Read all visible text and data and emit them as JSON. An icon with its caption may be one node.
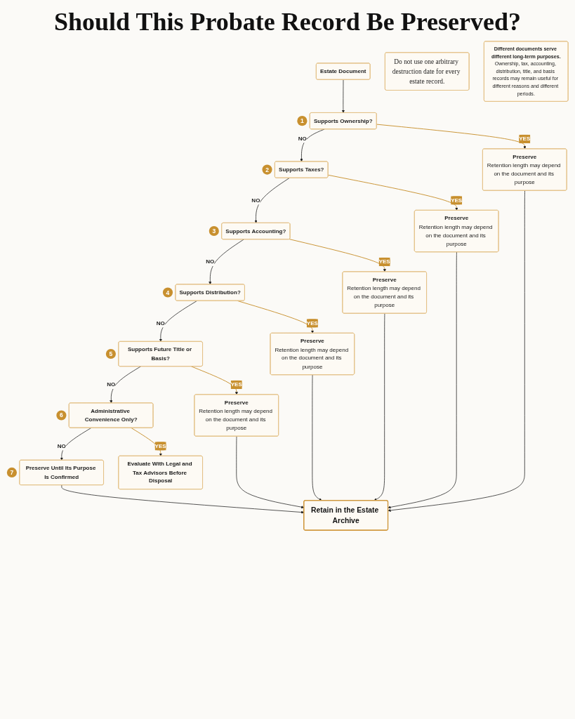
{
  "diagram": {
    "title": "Should This Probate Record Be Preserved?",
    "nodes": [
      {
        "text": [
          "Estate Document"
        ]
      },
      {
        "text": [
          "Supports Ownership?"
        ],
        "beside": [
          "1"
        ]
      },
      {
        "text": [
          "Preserve",
          "Retention length may depend on the document and its purpose"
        ]
      },
      {
        "text": [
          "Supports Taxes?"
        ],
        "beside": [
          "2"
        ]
      },
      {
        "text": [
          "Preserve",
          "Retention length may depend on the document and its purpose"
        ]
      },
      {
        "text": [
          "Supports Accounting?"
        ],
        "beside": [
          "3"
        ]
      },
      {
        "text": [
          "Preserve",
          "Retention length may depend on the document and its purpose"
        ]
      },
      {
        "text": [
          "Supports Distribution?"
        ],
        "beside": [
          "4"
        ]
      },
      {
        "text": [
          "Preserve",
          "Retention length may depend on the document and its purpose"
        ]
      },
      {
        "text": [
          "Supports Future Title or Basis?"
        ],
        "beside": [
          "5"
        ]
      },
      {
        "text": [
          "Preserve",
          "Retention length may depend on the document and its purpose"
        ]
      },
      {
        "text": [
          "Administrative Convenience Only?"
        ],
        "beside": [
          "6"
        ]
      },
      {
        "text": [
          "Evaluate With Legal and Tax Advisors Before Disposal"
        ]
      },
      {
        "text": [
          "Preserve Until Its Purpose Is Confirmed"
        ],
        "beside": [
          "7"
        ]
      },
      {
        "text": [
          "Retain in the Estate Archive"
        ]
      },
      {
        "text": [
          "Do not use one arbitrary destruction date for every estate record."
        ]
      },
      {
        "text": [
          "Different documents serve different long-term purposes.",
          "Ownership, tax, accounting, distribution, title, and basis records may remain useful for different reasons and different periods."
        ]
      }
    ],
    "edges": [
      {
        "from": 0,
        "to": 1,
        "arrow": "to"
      },
      {
        "from": 1,
        "to": 3,
        "arrow": "to",
        "label": "NO"
      },
      {
        "from": 1,
        "to": 2,
        "arrow": "to",
        "label": "YES",
        "color": "#c8902f"
      },
      {
        "from": 3,
        "to": 5,
        "arrow": "to",
        "label": "NO"
      },
      {
        "from": 3,
        "to": 4,
        "arrow": "to",
        "label": "YES",
        "color": "#c8902f"
      },
      {
        "from": 5,
        "to": 7,
        "arrow": "to",
        "label": "NO"
      },
      {
        "from": 5,
        "to": 6,
        "arrow": "to",
        "label": "YES",
        "color": "#c8902f"
      },
      {
        "from": 7,
        "to": 9,
        "arrow": "to",
        "label": "NO"
      },
      {
        "from": 7,
        "to": 8,
        "arrow": "to",
        "label": "YES",
        "color": "#c8902f"
      },
      {
        "from": 9,
        "to": 11,
        "arrow": "to",
        "label": "NO"
      },
      {
        "from": 9,
        "to": 10,
        "arrow": "to",
        "label": "YES",
        "color": "#c8902f"
      },
      {
        "from": 11,
        "to": 13,
        "arrow": "to",
        "label": "NO"
      },
      {
        "from": 11,
        "to": 12,
        "arrow": "to",
        "label": "YES",
        "color": "#c8902f"
      },
      {
        "from": 2,
        "to": 14,
        "arrow": "to"
      },
      {
        "from": 4,
        "to": 14,
        "arrow": "to"
      },
      {
        "from": 6,
        "to": 14,
        "arrow": "to"
      },
      {
        "from": 8,
        "to": 14,
        "arrow": "to"
      },
      {
        "from": 10,
        "to": 14,
        "arrow": "to"
      },
      {
        "from": 13,
        "to": 14,
        "arrow": "to"
      }
    ]
  }
}
